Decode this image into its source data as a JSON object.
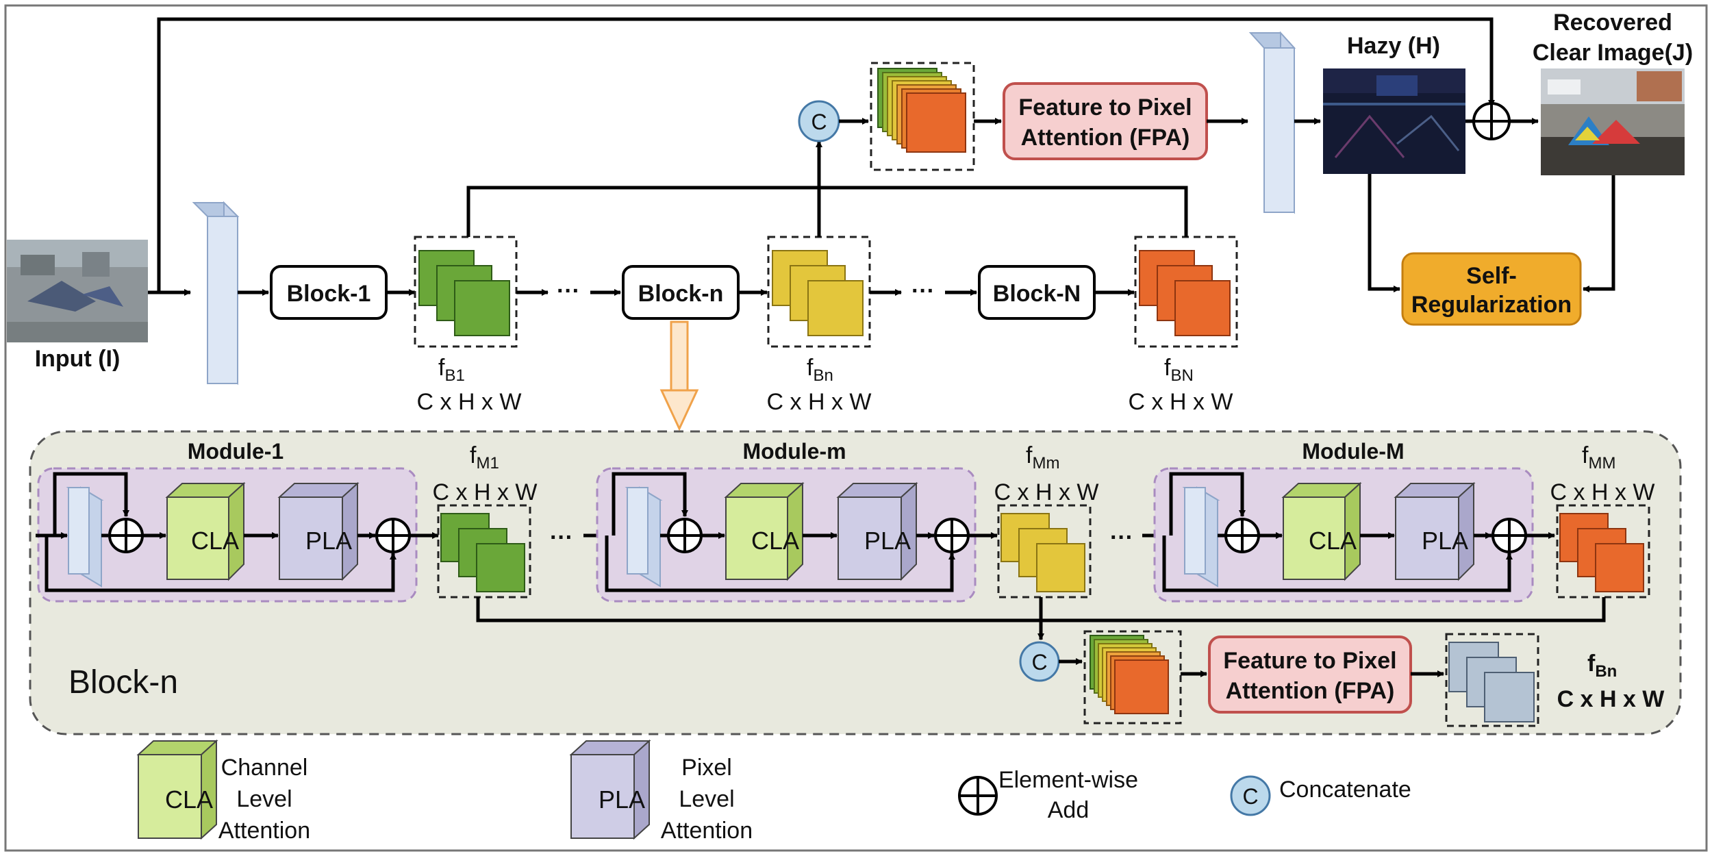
{
  "top": {
    "input_label": "Input (I)",
    "blocks": [
      "Block-1",
      "Block-n",
      "Block-N"
    ],
    "ellipsis": "···",
    "features": [
      {
        "sym": "f",
        "sub": "B1",
        "dims": "C x H x W"
      },
      {
        "sym": "f",
        "sub": "Bn",
        "dims": "C x H x W"
      },
      {
        "sym": "f",
        "sub": "BN",
        "dims": "C x H x W"
      }
    ],
    "concat_letter": "C",
    "fpa_line1": "Feature to Pixel",
    "fpa_line2": "Attention (FPA)",
    "hazy_label": "Hazy (H)",
    "recovered_line1": "Recovered",
    "recovered_line2": "Clear Image(J)",
    "selfreg_line1": "Self-",
    "selfreg_line2": "Regularization"
  },
  "block_detail": {
    "title": "Block-n",
    "modules": [
      {
        "title": "Module-1",
        "cla": "CLA",
        "pla": "PLA",
        "feat_sym": "f",
        "feat_sub": "M1",
        "feat_dims": "C x H x W"
      },
      {
        "title": "Module-m",
        "cla": "CLA",
        "pla": "PLA",
        "feat_sym": "f",
        "feat_sub": "Mm",
        "feat_dims": "C x H x W"
      },
      {
        "title": "Module-M",
        "cla": "CLA",
        "pla": "PLA",
        "feat_sym": "f",
        "feat_sub": "MM",
        "feat_dims": "C x H x W"
      }
    ],
    "concat_letter": "C",
    "fpa_line1": "Feature to Pixel",
    "fpa_line2": "Attention (FPA)",
    "out_sym": "f",
    "out_sub": "Bn",
    "out_dims": "C x H x W"
  },
  "legend": {
    "cla_box": "CLA",
    "cla_lines": [
      "Channel",
      "Level",
      "Attention"
    ],
    "pla_box": "PLA",
    "pla_lines": [
      "Pixel",
      "Level",
      "Attention"
    ],
    "add_lines": [
      "Element-wise",
      "Add"
    ],
    "concat_letter": "C",
    "concat_text": "Concatenate"
  },
  "colors": {
    "green": "#6aa739",
    "yellow": "#e3c63c",
    "orange": "#e8692c",
    "fpa_fill": "#f6cfcf",
    "fpa_stroke": "#c0504d",
    "selfreg_fill": "#f0ac2c",
    "concat_fill": "#bcd9ec",
    "conv_front": "#dde7f5",
    "cla_front": "#d6ec9c",
    "pla_front": "#cfcde6",
    "module_bg": "#e0d3e6",
    "block_bg": "#e8e9de"
  }
}
